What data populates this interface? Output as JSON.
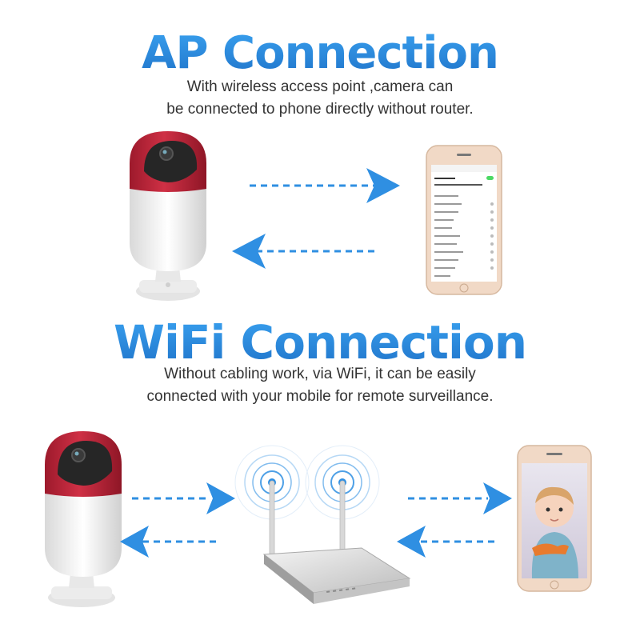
{
  "ap": {
    "title": "AP Connection",
    "line1": "With wireless access point ,camera can",
    "line2": "be connected to phone directly  without router."
  },
  "wifi": {
    "title": "WiFi Connection",
    "line1": "Without cabling work, via WiFi, it can be easily",
    "line2": "connected with your mobile for remote surveillance."
  },
  "colors": {
    "title_blue": "#2a8ee0",
    "arrow_blue": "#2f8fe2",
    "camera_red": "#c0243a",
    "camera_white": "#f2f2f2"
  },
  "icons": [
    "camera-icon",
    "phone-icon",
    "router-icon",
    "wifi-signal-icon",
    "arrow-right-icon",
    "arrow-left-icon"
  ]
}
